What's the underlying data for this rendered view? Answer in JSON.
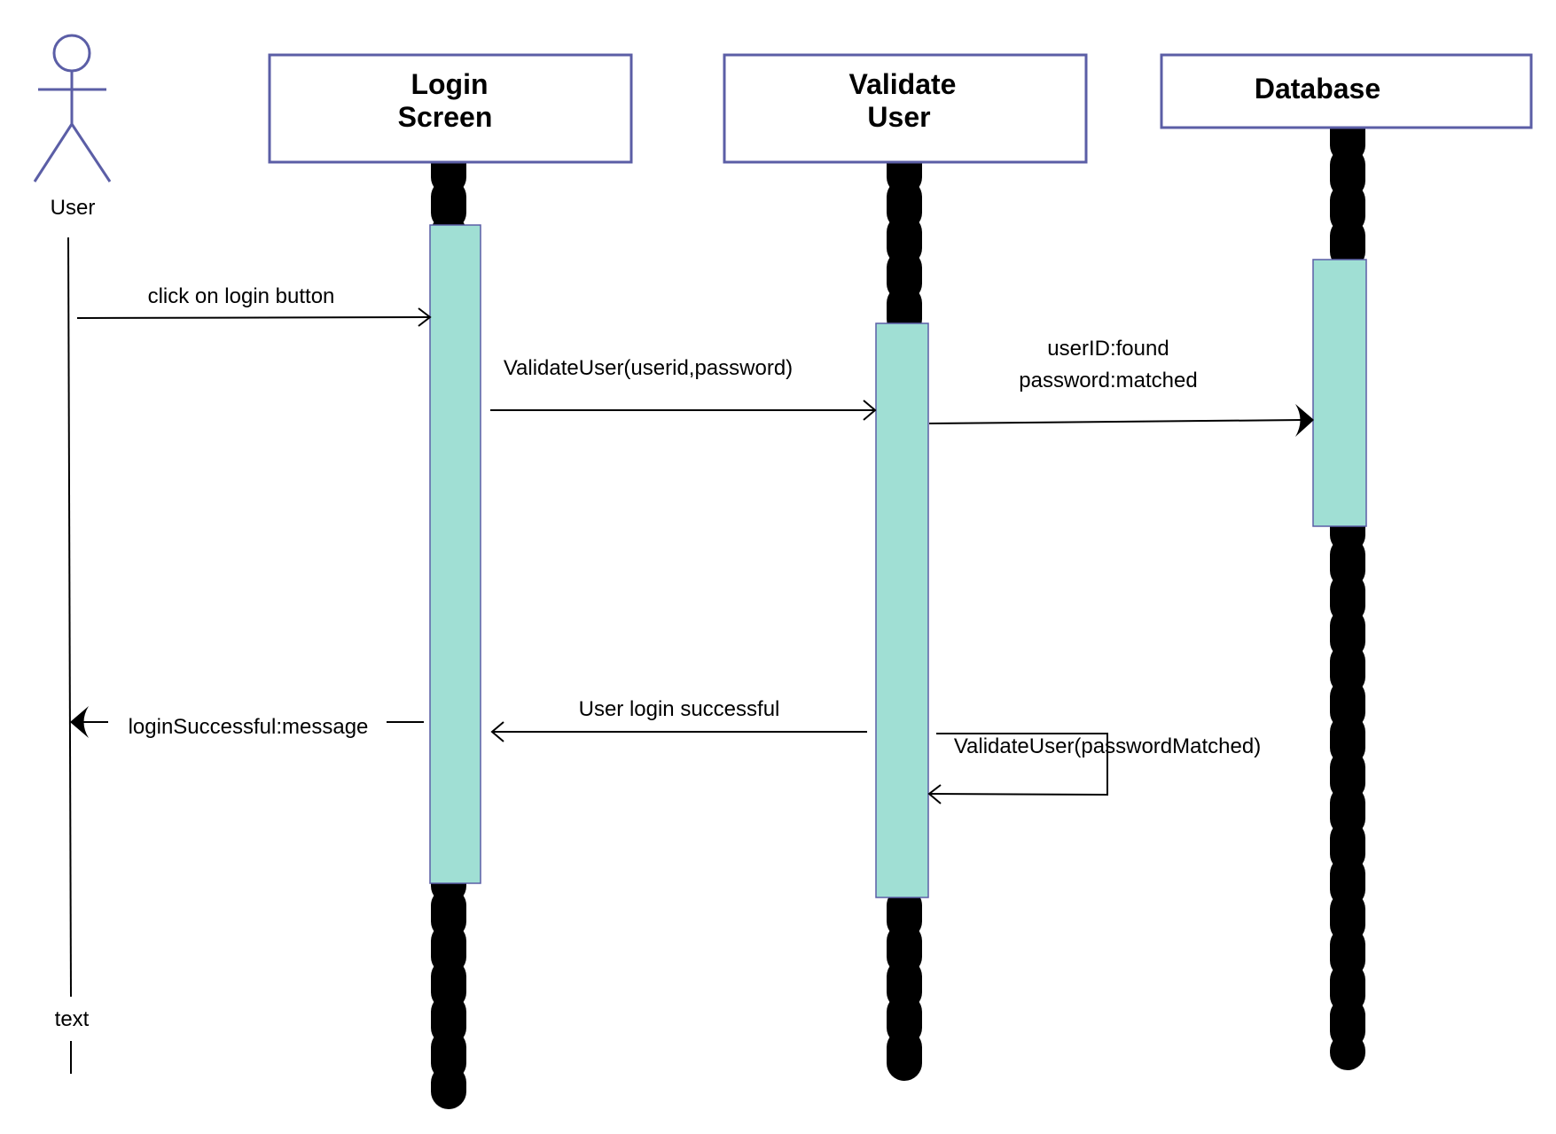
{
  "colors": {
    "participant_border": "#5b5ea6",
    "activation_fill": "#a0dfd4",
    "lifeline": "#000000"
  },
  "actor": {
    "name": "User",
    "footer_text": "text",
    "icon": "stick-figure-icon"
  },
  "participants": {
    "login_screen": {
      "line1": "Login",
      "line2": "Screen"
    },
    "validate_user": {
      "line1": "Validate",
      "line2": "User"
    },
    "database": {
      "title": "Database"
    }
  },
  "messages": {
    "click_login": "click on login button",
    "validate_user_call": "ValidateUser(userid,password)",
    "db_line1": "userID:found",
    "db_line2": "password:matched",
    "login_success_reply": "User login successful",
    "self_call": "ValidateUser(passwordMatched)",
    "login_message": "loginSuccessful:message"
  }
}
